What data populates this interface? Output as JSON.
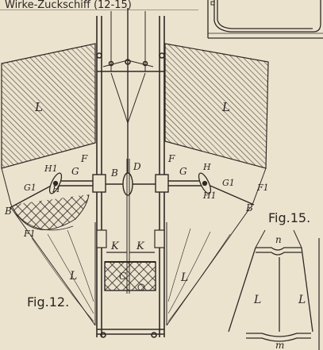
{
  "header": {
    "caption": "Wirke-Zuckschiff (12-15)"
  },
  "figures": [
    {
      "id": "fig12",
      "caption": "Fig.12."
    },
    {
      "id": "fig15",
      "caption": "Fig.15."
    }
  ],
  "labels": {
    "L": "L",
    "B": "B",
    "G": "G",
    "G1": "G1",
    "H": "H",
    "H1": "H1",
    "F": "F",
    "F1": "F1",
    "D": "D",
    "K": "K",
    "C": "C",
    "n": "n",
    "m": "m"
  },
  "colors": {
    "paper": "#ece3cf",
    "ink": "#2e2925",
    "hatch": "#4a433b"
  }
}
